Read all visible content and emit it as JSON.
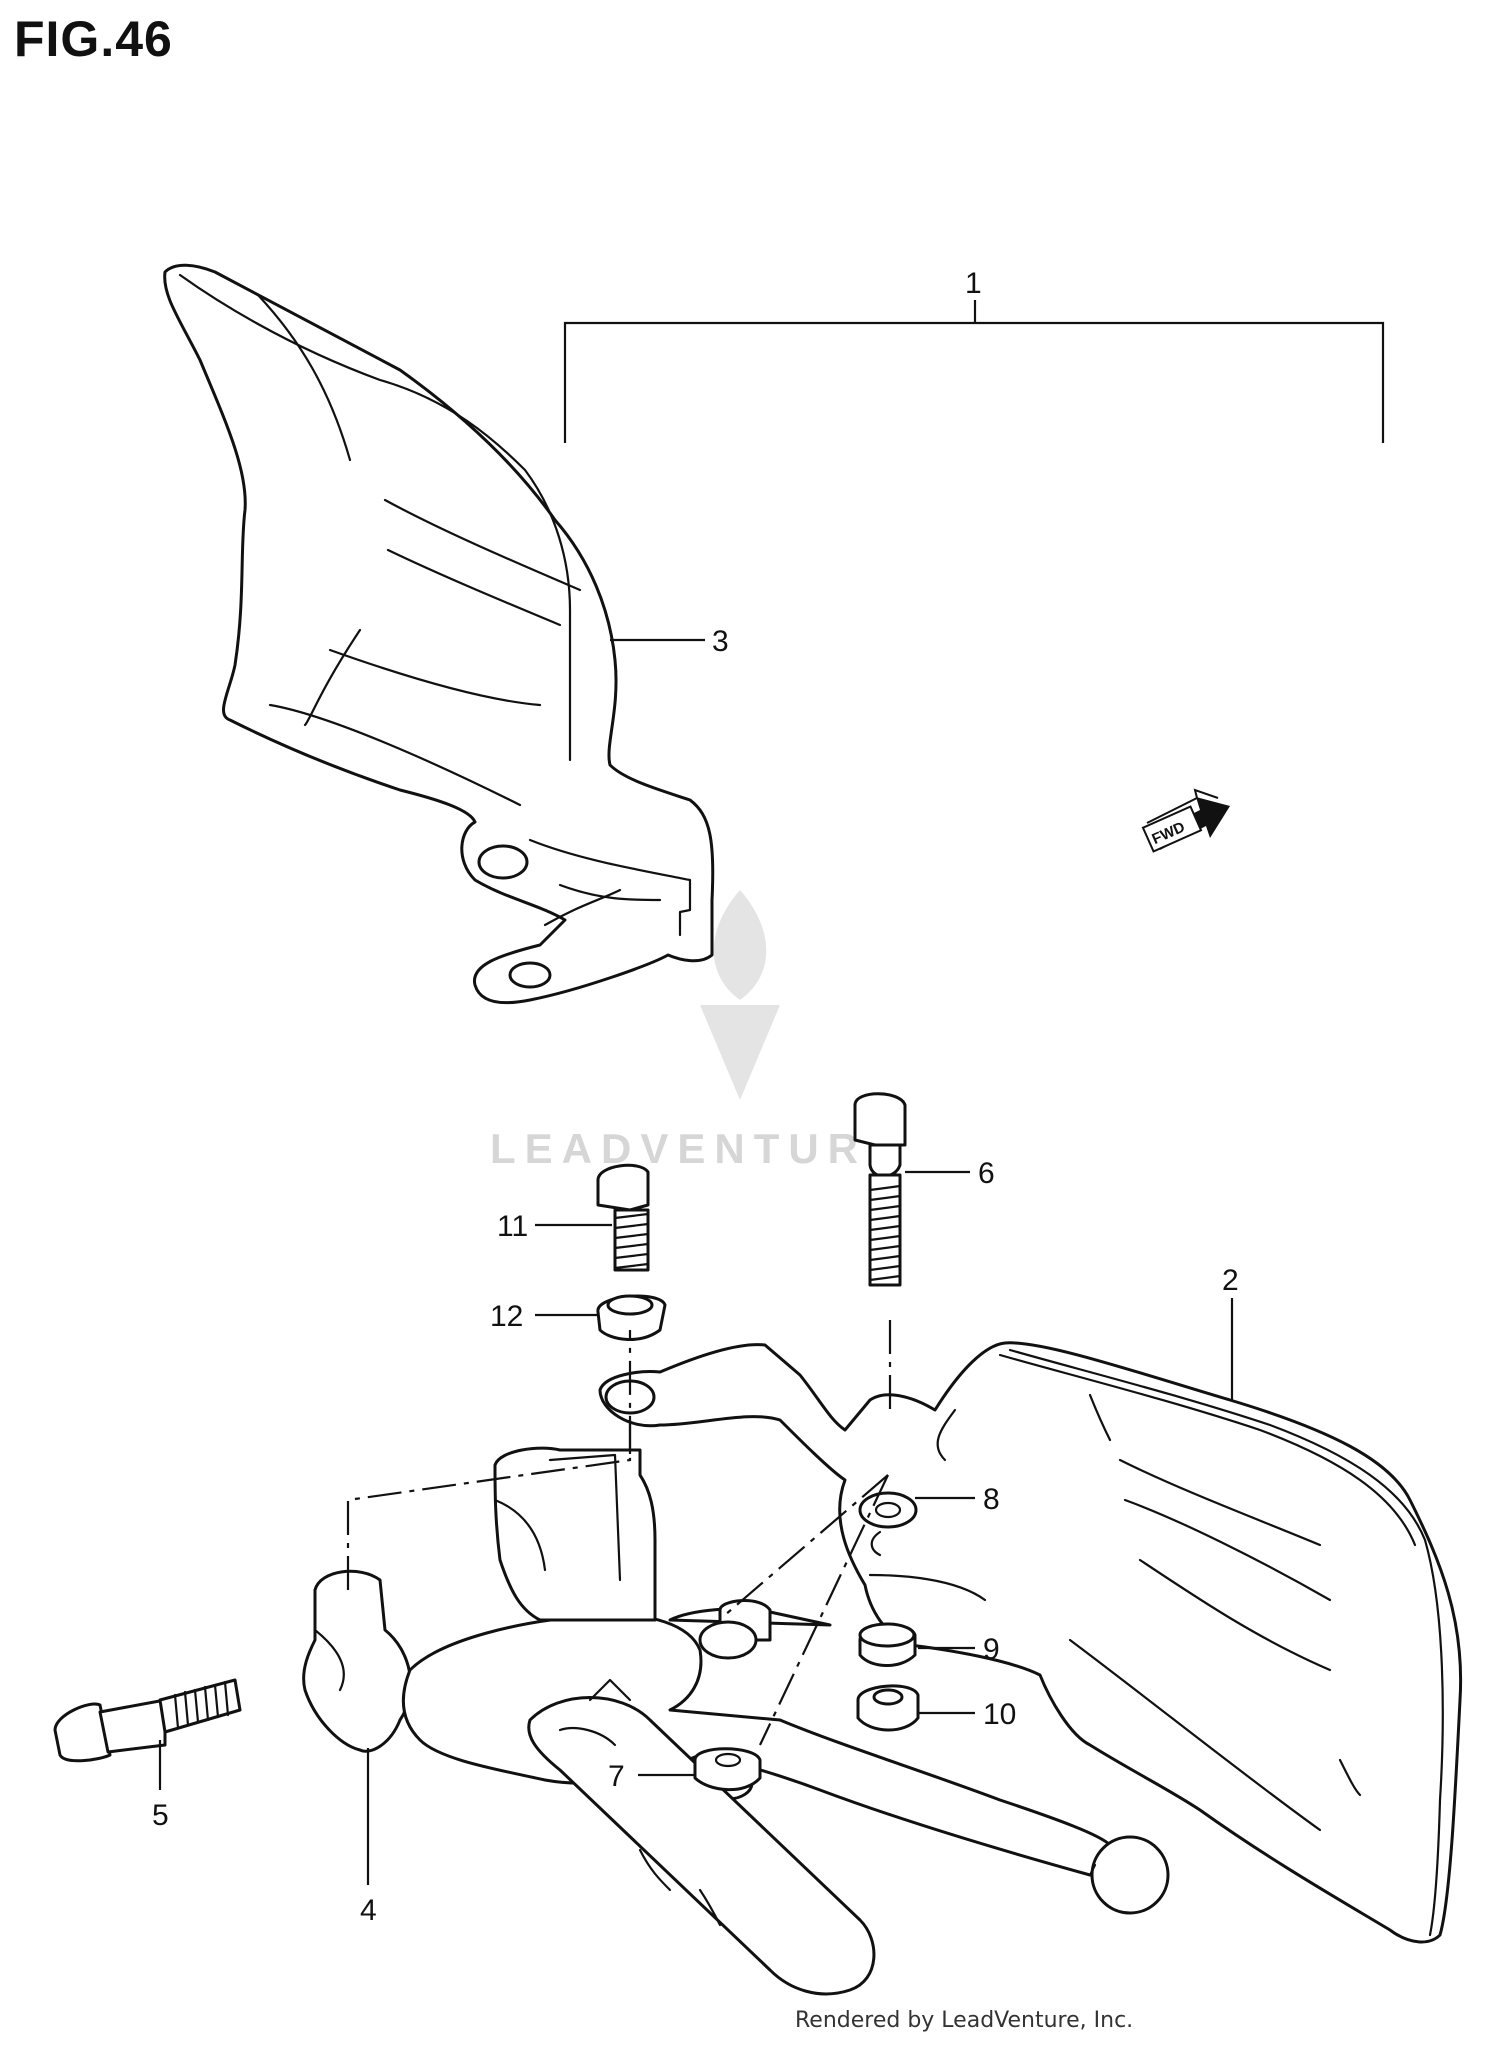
{
  "figure": {
    "title": "FIG.46",
    "footer": "Rendered by LeadVenture, Inc.",
    "watermark": "LEADVENTURE",
    "direction_badge": "FWD"
  },
  "callouts": [
    {
      "id": "1",
      "label": "1"
    },
    {
      "id": "2",
      "label": "2"
    },
    {
      "id": "3",
      "label": "3"
    },
    {
      "id": "4",
      "label": "4"
    },
    {
      "id": "5",
      "label": "5"
    },
    {
      "id": "6",
      "label": "6"
    },
    {
      "id": "7",
      "label": "7"
    },
    {
      "id": "8",
      "label": "8"
    },
    {
      "id": "9",
      "label": "9"
    },
    {
      "id": "10",
      "label": "10"
    },
    {
      "id": "11",
      "label": "11"
    },
    {
      "id": "12",
      "label": "12"
    }
  ],
  "colors": {
    "line": "#111111",
    "watermark": "#d6d6d6"
  }
}
